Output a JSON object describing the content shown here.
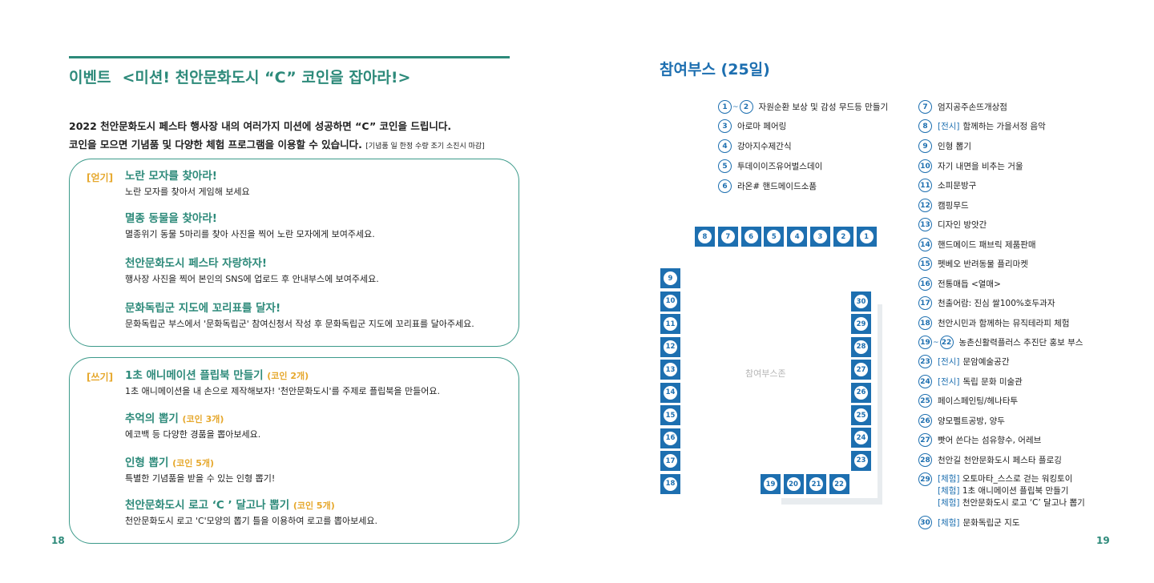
{
  "left": {
    "title": "이벤트",
    "subtitle": "<미션! 천안문화도시 “C” 코인을 잡아라!>",
    "intro_line1": "2022 천안문화도시 페스타 행사장 내의 여러가지 미션에 성공하면 “C” 코인을 드립니다.",
    "intro_line2": "코인을 모으면 기념품 및 다양한 체험 프로그램을 이용할 수 있습니다.",
    "intro_note": "[기념품 일 한정 수량 조기 소진시 마감]",
    "earn": {
      "tag": "[얻기]",
      "missions": [
        {
          "title": "노란 모자를 찾아라!",
          "desc": "노란 모자를 찾아서 게임해 보세요"
        },
        {
          "title": "멸종 동물을 찾아라!",
          "desc": "멸종위기 동물 5마리를 찾아 사진을 찍어 노란 모자에게 보여주세요."
        },
        {
          "title": "천안문화도시 페스타 자랑하자!",
          "desc": "행사장 사진을 찍어 본인의 SNS에 업로드 후 안내부스에 보여주세요."
        },
        {
          "title": "문화독립군 지도에 꼬리표를 달자!",
          "desc": "문화독립군 부스에서 '문화독립군' 참여신청서 작성 후 문화독립군 지도에 꼬리표를 달아주세요."
        }
      ]
    },
    "spend": {
      "tag": "[쓰기]",
      "missions": [
        {
          "title": "1초 애니메이션 플립북 만들기",
          "coin": "(코인 2개)",
          "desc": "1초 애니메이션을 내 손으로 제작해보자! '천안문화도시'를 주제로 플립북을 만들어요."
        },
        {
          "title": "추억의 뽑기",
          "coin": "(코인 3개)",
          "desc": "에코백 등 다양한 경품을 뽑아보세요."
        },
        {
          "title": "인형 뽑기",
          "coin": "(코인 5개)",
          "desc": "특별한 기념품을 받을 수 있는 인형 뽑기!"
        },
        {
          "title": "천안문화도시 로고 ‘C ’ 달고나 뽑기",
          "coin": "(코인 5개)",
          "desc": "천안문화도시 로고 'C'모양의 뽑기 틀을 이용하여 로고를 뽑아보세요."
        }
      ]
    },
    "page_number": "18"
  },
  "right": {
    "title": "참여부스 (25일)",
    "zone_label": "참여부스존",
    "page_number": "19",
    "list_a": [
      {
        "num": "1",
        "num2": "2",
        "name": "자원순환 보상 및 감성 무드등 만들기"
      },
      {
        "num": "3",
        "name": "아로마 페어링"
      },
      {
        "num": "4",
        "name": "강아지수제간식"
      },
      {
        "num": "5",
        "name": "투데이이즈유어벌스데이"
      },
      {
        "num": "6",
        "name": "라온# 핸드메이드소품"
      }
    ],
    "list_b": [
      {
        "num": "7",
        "name": "엄지공주손뜨개상점"
      },
      {
        "num": "8",
        "bracket": "[전시]",
        "name": "함께하는 가을서정 음악"
      },
      {
        "num": "9",
        "name": "인형 뽑기"
      },
      {
        "num": "10",
        "name": "자기 내면을 비추는 거울"
      },
      {
        "num": "11",
        "name": "소피문방구"
      },
      {
        "num": "12",
        "name": "캠핑무드"
      },
      {
        "num": "13",
        "name": "디자인 방앗간"
      },
      {
        "num": "14",
        "name": "핸드메이드 패브릭 제품판매"
      },
      {
        "num": "15",
        "name": "펫베오 반려동물 플리마켓"
      },
      {
        "num": "16",
        "name": "전통매듭 <열매>"
      },
      {
        "num": "17",
        "name": "천출어람: 진심 쌀100%호두과자"
      },
      {
        "num": "18",
        "name": "천안시민과 함께하는 뮤직테라피 체험"
      },
      {
        "num": "19",
        "num2": "22",
        "name": "농촌신활력플러스 추진단 홍보 부스"
      },
      {
        "num": "23",
        "bracket": "[전시]",
        "name": "문암예술공간"
      },
      {
        "num": "24",
        "bracket": "[전시]",
        "name": "독립 문화 미술관"
      },
      {
        "num": "25",
        "name": "페이스페인팅/헤나타투"
      },
      {
        "num": "26",
        "name": "양모펠트공방, 양두"
      },
      {
        "num": "27",
        "name": "빳어 쓴다는 섬유향수, 어레브"
      },
      {
        "num": "28",
        "name": "천안길 천안문화도시 페스타 플로깅"
      }
    ],
    "item_29": {
      "num": "29",
      "lines": [
        {
          "bracket": "[체험]",
          "name": "오토마타_스스로 걷는 워킹토이"
        },
        {
          "bracket": "[체험]",
          "name": "1초 애니메이션 플립북 만들기"
        },
        {
          "bracket": "[체험]",
          "name": "천안문화도시 로고 ‘C’ 달고나 뽑기"
        }
      ]
    },
    "item_30": {
      "num": "30",
      "bracket": "[체험]",
      "name": "문화독립군 지도"
    },
    "map": {
      "top_row": [
        "8",
        "7",
        "6",
        "5",
        "4",
        "3",
        "2",
        "1"
      ],
      "left_col": [
        "9",
        "10",
        "11",
        "12",
        "13",
        "14",
        "15",
        "16",
        "17",
        "18"
      ],
      "right_col": [
        "30",
        "29",
        "28",
        "27",
        "26",
        "25",
        "24",
        "23"
      ],
      "bottom_row": [
        "19",
        "20",
        "21",
        "22"
      ]
    }
  }
}
